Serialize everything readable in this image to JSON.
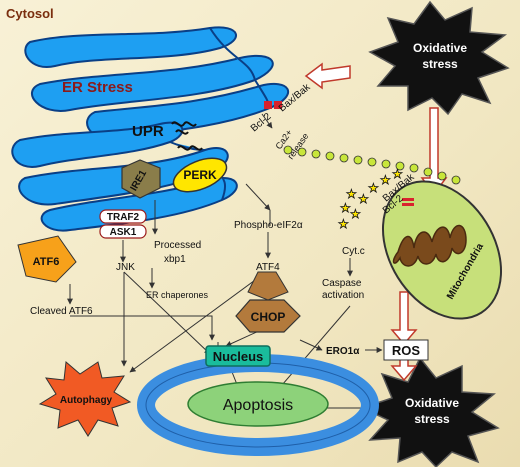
{
  "labels": {
    "cytosol": "Cytosol",
    "er_stress": "ER Stress",
    "upr": "UPR",
    "perk": "PERK",
    "ire1": "IRE1",
    "atf6": "ATF6",
    "traf2": "TRAF2",
    "ask1": "ASK1",
    "processed_1": "Processed",
    "processed_2": "xbp1",
    "er_chaperones": "ER chaperones",
    "jnk": "JNK",
    "phospho_eif2a": "Phospho-eIF2α",
    "atf4": "ATF4",
    "chop": "CHOP",
    "cleaved_atf6": "Cleaved ATF6",
    "nucleus": "Nucleus",
    "apoptosis": "Apoptosis",
    "autophagy": "Autophagy",
    "oxidative_top_1": "Oxidative",
    "oxidative_top_2": "stress",
    "oxidative_bottom_1": "Oxidative",
    "oxidative_bottom_2": "stress",
    "bcl2_er": "Bcl-2",
    "baxbak_er": "Bax/Bak",
    "ca_1": "Ca2+",
    "ca_2": "release",
    "baxbak_mito": "Bax/Bak",
    "bcl2_mito": "Bcl-2",
    "cytc": "Cyt.c",
    "caspase_1": "Caspase",
    "caspase_2": "activation",
    "mitochondria": "Mitochondria",
    "ero1a": "ERO1α",
    "ros": "ROS"
  },
  "colors": {
    "er": "#1e9ff2",
    "er_outline": "#0a3f86",
    "perk": "#ffe600",
    "ire1": "#8a7d4a",
    "atf6": "#f7a11a",
    "chop": "#b37a3c",
    "mito": "#c7e07a",
    "mito_inner": "#7a4a1c",
    "nucleus_ring": "#3b8ee0",
    "apoptosis": "#8dd27a",
    "autophagy": "#f15a24",
    "ros_dots": "#c8e63a",
    "stars": "#ffe600"
  }
}
